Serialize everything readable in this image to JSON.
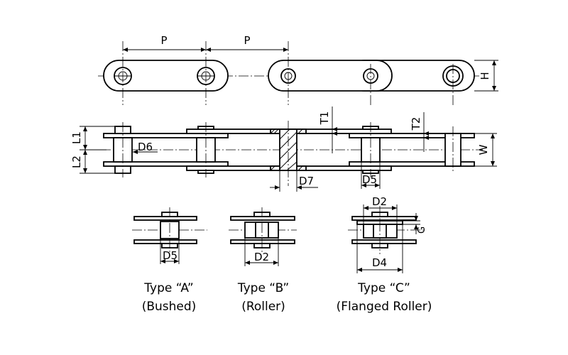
{
  "dimensions": {
    "pitch_1": "P",
    "pitch_2": "P",
    "height": "H",
    "t1": "T1",
    "t2": "T2",
    "l1": "L1",
    "l2": "L2",
    "d6": "D6",
    "d7": "D7",
    "d5_main": "D5",
    "width": "W",
    "d5_type_a": "D5",
    "d2_type_b": "D2",
    "d2_type_c": "D2",
    "g_type_c": "G",
    "d4_type_c": "D4"
  },
  "types": [
    {
      "name": "Type “A”",
      "desc": "(Bushed)"
    },
    {
      "name": "Type “B”",
      "desc": "(Roller)"
    },
    {
      "name": "Type “C”",
      "desc": "(Flanged Roller)"
    }
  ]
}
